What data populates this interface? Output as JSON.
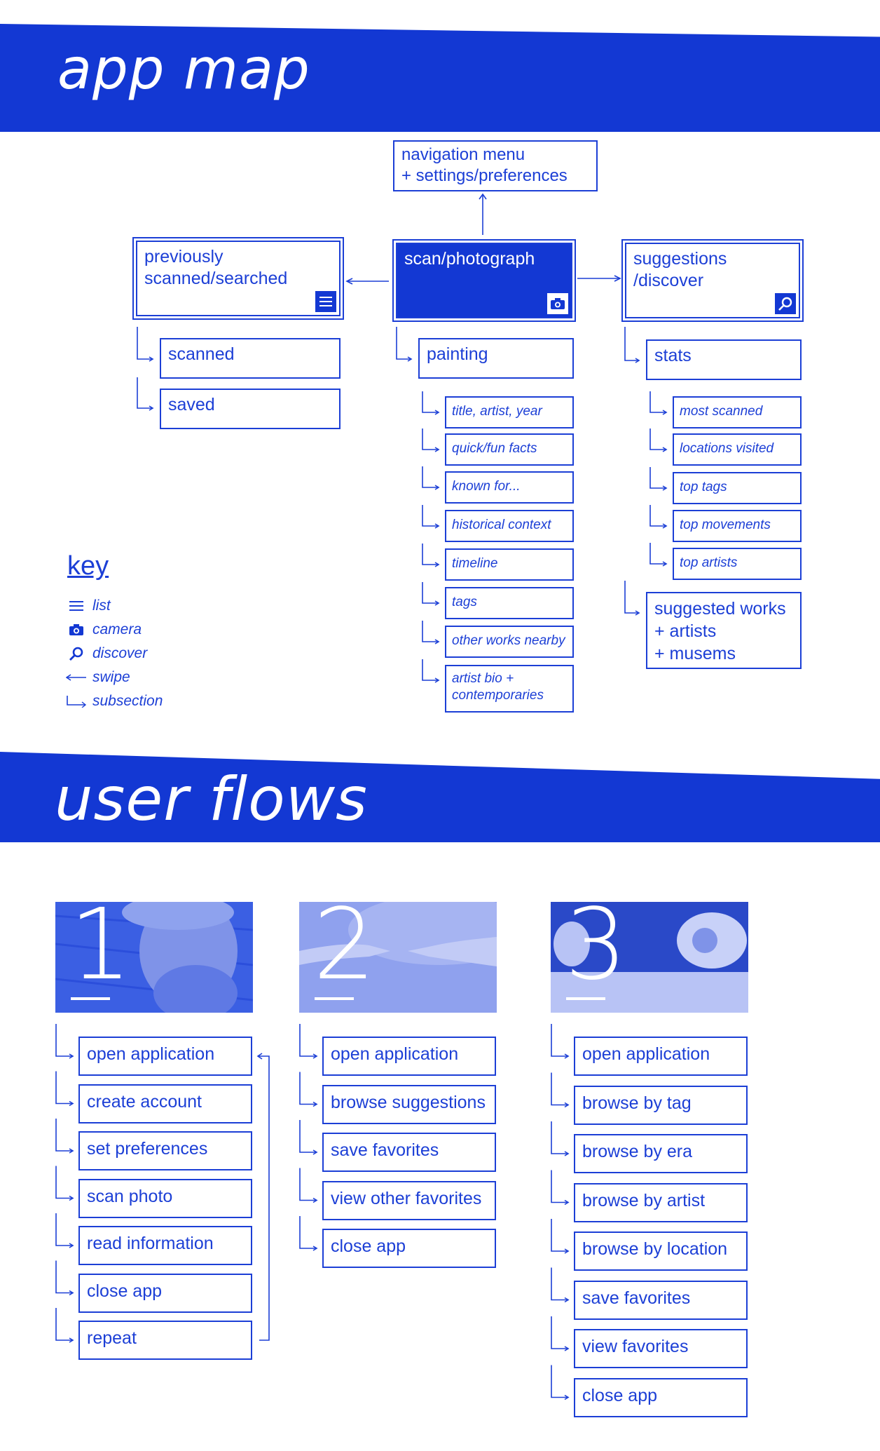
{
  "sections": {
    "app_map_title": "app map",
    "user_flows_title": "user flows"
  },
  "app_map": {
    "nav_menu": "navigation menu\n+ settings/preferences",
    "center": {
      "label": "scan/photograph",
      "icon": "camera-icon"
    },
    "left": {
      "label": "previously scanned/searched",
      "icon": "list-icon"
    },
    "right": {
      "label": "suggestions /discover",
      "icon": "discover-icon"
    },
    "left_children": [
      "scanned",
      "saved"
    ],
    "center_child": "painting",
    "center_grandchildren": [
      "title, artist, year",
      "quick/fun facts",
      "known for...",
      "historical context",
      "timeline",
      "tags",
      "other works nearby",
      "artist bio + contemporaries"
    ],
    "right_child": "stats",
    "right_grandchildren": [
      "most scanned",
      "locations visited",
      "top tags",
      "top movements",
      "top artists"
    ],
    "right_child2": "suggested works\n+ artists\n+ musems"
  },
  "key": {
    "title": "key",
    "items": [
      {
        "label": "list",
        "icon": "list-icon"
      },
      {
        "label": "camera",
        "icon": "camera-icon"
      },
      {
        "label": "discover",
        "icon": "discover-icon"
      },
      {
        "label": "swipe",
        "icon": "left-arrow-icon"
      },
      {
        "label": "subsection",
        "icon": "subsection-arrow-icon"
      }
    ]
  },
  "flows": [
    {
      "number": "1",
      "image": "van-gogh-portrait",
      "steps": [
        "open application",
        "create account",
        "set preferences",
        "scan photo",
        "read information",
        "close app",
        "repeat"
      ]
    },
    {
      "number": "2",
      "image": "creation-of-adam-hands",
      "steps": [
        "open application",
        "browse suggestions",
        "save favorites",
        "view other favorites",
        "close app"
      ]
    },
    {
      "number": "3",
      "image": "olympia-painting",
      "steps": [
        "open application",
        "browse by tag",
        "browse by era",
        "browse by artist",
        "browse by location",
        "save favorites",
        "view favorites",
        "close app"
      ]
    }
  ],
  "colors": {
    "accent": "#1338d3",
    "line": "#1c3fd6",
    "background": "#ffffff"
  }
}
